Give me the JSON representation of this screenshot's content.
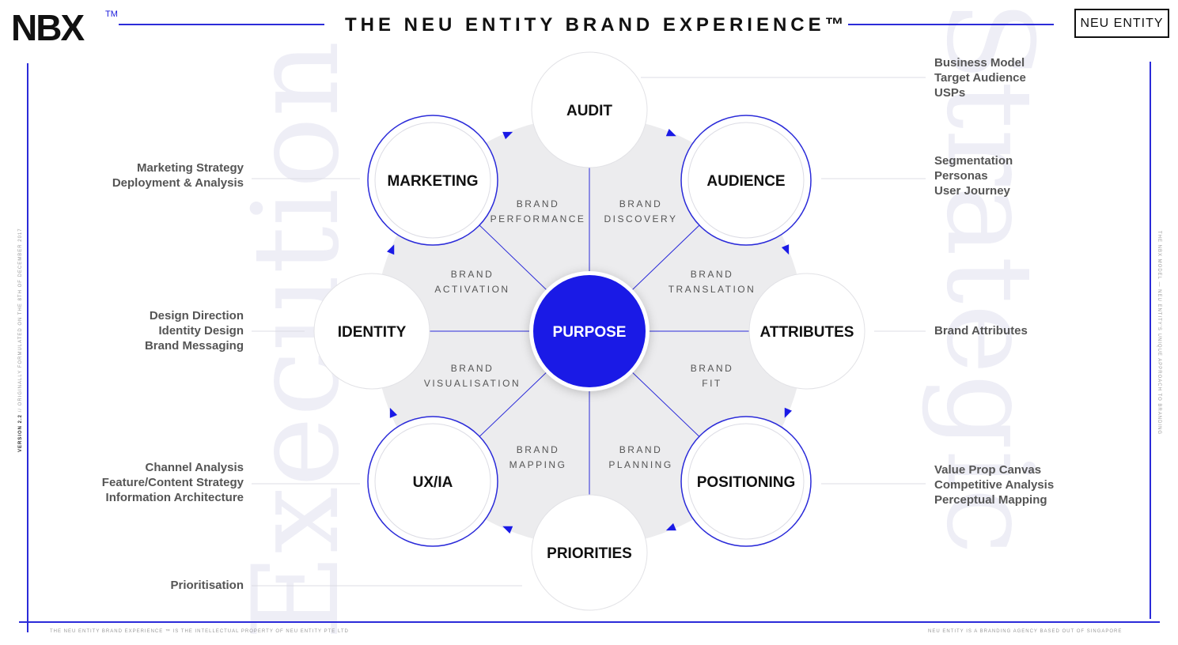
{
  "watermarks": {
    "left": "Execution",
    "right": "Strategic"
  },
  "header": {
    "logo": "NBX",
    "logo_tm": "TM",
    "title": "THE NEU ENTITY BRAND EXPERIENCE™",
    "brand": "NEU ENTITY"
  },
  "side_text": {
    "left_bold": "VERSION 2.2",
    "left": " // ORIGINALLY FORMULATED ON THE 8TH OF DECEMBER 2017",
    "right": "THE NBX MODEL — NEU ENTITY'S UNIQUE APPROACH TO BRANDING"
  },
  "footer": {
    "left": "THE NEU ENTITY BRAND EXPERIENCE ™ IS THE INTELLECTUAL PROPERTY OF NEU ENTITY PTE LTD",
    "right": "NEU ENTITY IS A BRANDING AGENCY BASED OUT OF SINGAPORE"
  },
  "center": "PURPOSE",
  "nodes": [
    "AUDIT",
    "AUDIENCE",
    "ATTRIBUTES",
    "POSITIONING",
    "PRIORITIES",
    "UX/IA",
    "IDENTITY",
    "MARKETING"
  ],
  "segments": [
    [
      "BRAND",
      "DISCOVERY"
    ],
    [
      "BRAND",
      "TRANSLATION"
    ],
    [
      "BRAND",
      "FIT"
    ],
    [
      "BRAND",
      "PLANNING"
    ],
    [
      "BRAND",
      "MAPPING"
    ],
    [
      "BRAND",
      "VISUALISATION"
    ],
    [
      "BRAND",
      "ACTIVATION"
    ],
    [
      "BRAND",
      "PERFORMANCE"
    ]
  ],
  "labels": {
    "audit": [
      "Business Model",
      "Target Audience",
      "USPs"
    ],
    "audience": [
      "Segmentation",
      "Personas",
      "User Journey"
    ],
    "attributes": [
      "Brand Attributes"
    ],
    "positioning": [
      "Value Prop Canvas",
      "Competitive Analysis",
      "Perceptual Mapping"
    ],
    "marketing": [
      "Marketing Strategy",
      "Deployment & Analysis"
    ],
    "identity": [
      "Design Direction",
      "Identity Design",
      "Brand Messaging"
    ],
    "uxia": [
      "Channel Analysis",
      "Feature/Content Strategy",
      "Information Architecture"
    ],
    "priorities": [
      "Prioritisation"
    ]
  },
  "colors": {
    "accent": "#1a1ae6",
    "line": "#2b2bd9"
  }
}
